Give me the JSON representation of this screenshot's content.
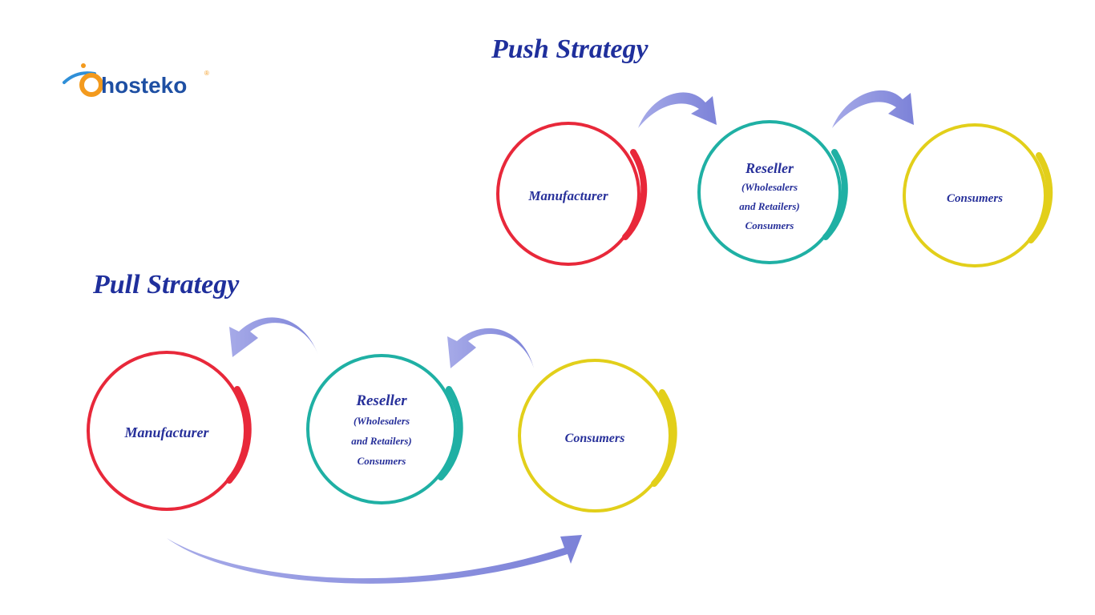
{
  "logo": {
    "text": "hosteko",
    "registered": "®",
    "colors": {
      "text": "#1e4fa3",
      "accent": "#f39a1d",
      "swoosh": "#2f8fd8"
    }
  },
  "push": {
    "title": "Push Strategy",
    "nodes": {
      "manufacturer": "Manufacturer",
      "reseller": [
        "Reseller",
        "(Wholesalers",
        "and Retailers)",
        "Consumers"
      ],
      "consumers": "Consumers"
    }
  },
  "pull": {
    "title": "Pull Strategy",
    "nodes": {
      "manufacturer": "Manufacturer",
      "reseller": [
        "Reseller",
        "(Wholesalers",
        "and Retailers)",
        "Consumers"
      ],
      "consumers": "Consumers"
    }
  },
  "colors": {
    "manufacturer_ring": "#e8283a",
    "reseller_ring": "#1fb0a4",
    "consumers_ring": "#e2cf1a",
    "arrow": "#8a8fde",
    "text": "#27309a"
  }
}
